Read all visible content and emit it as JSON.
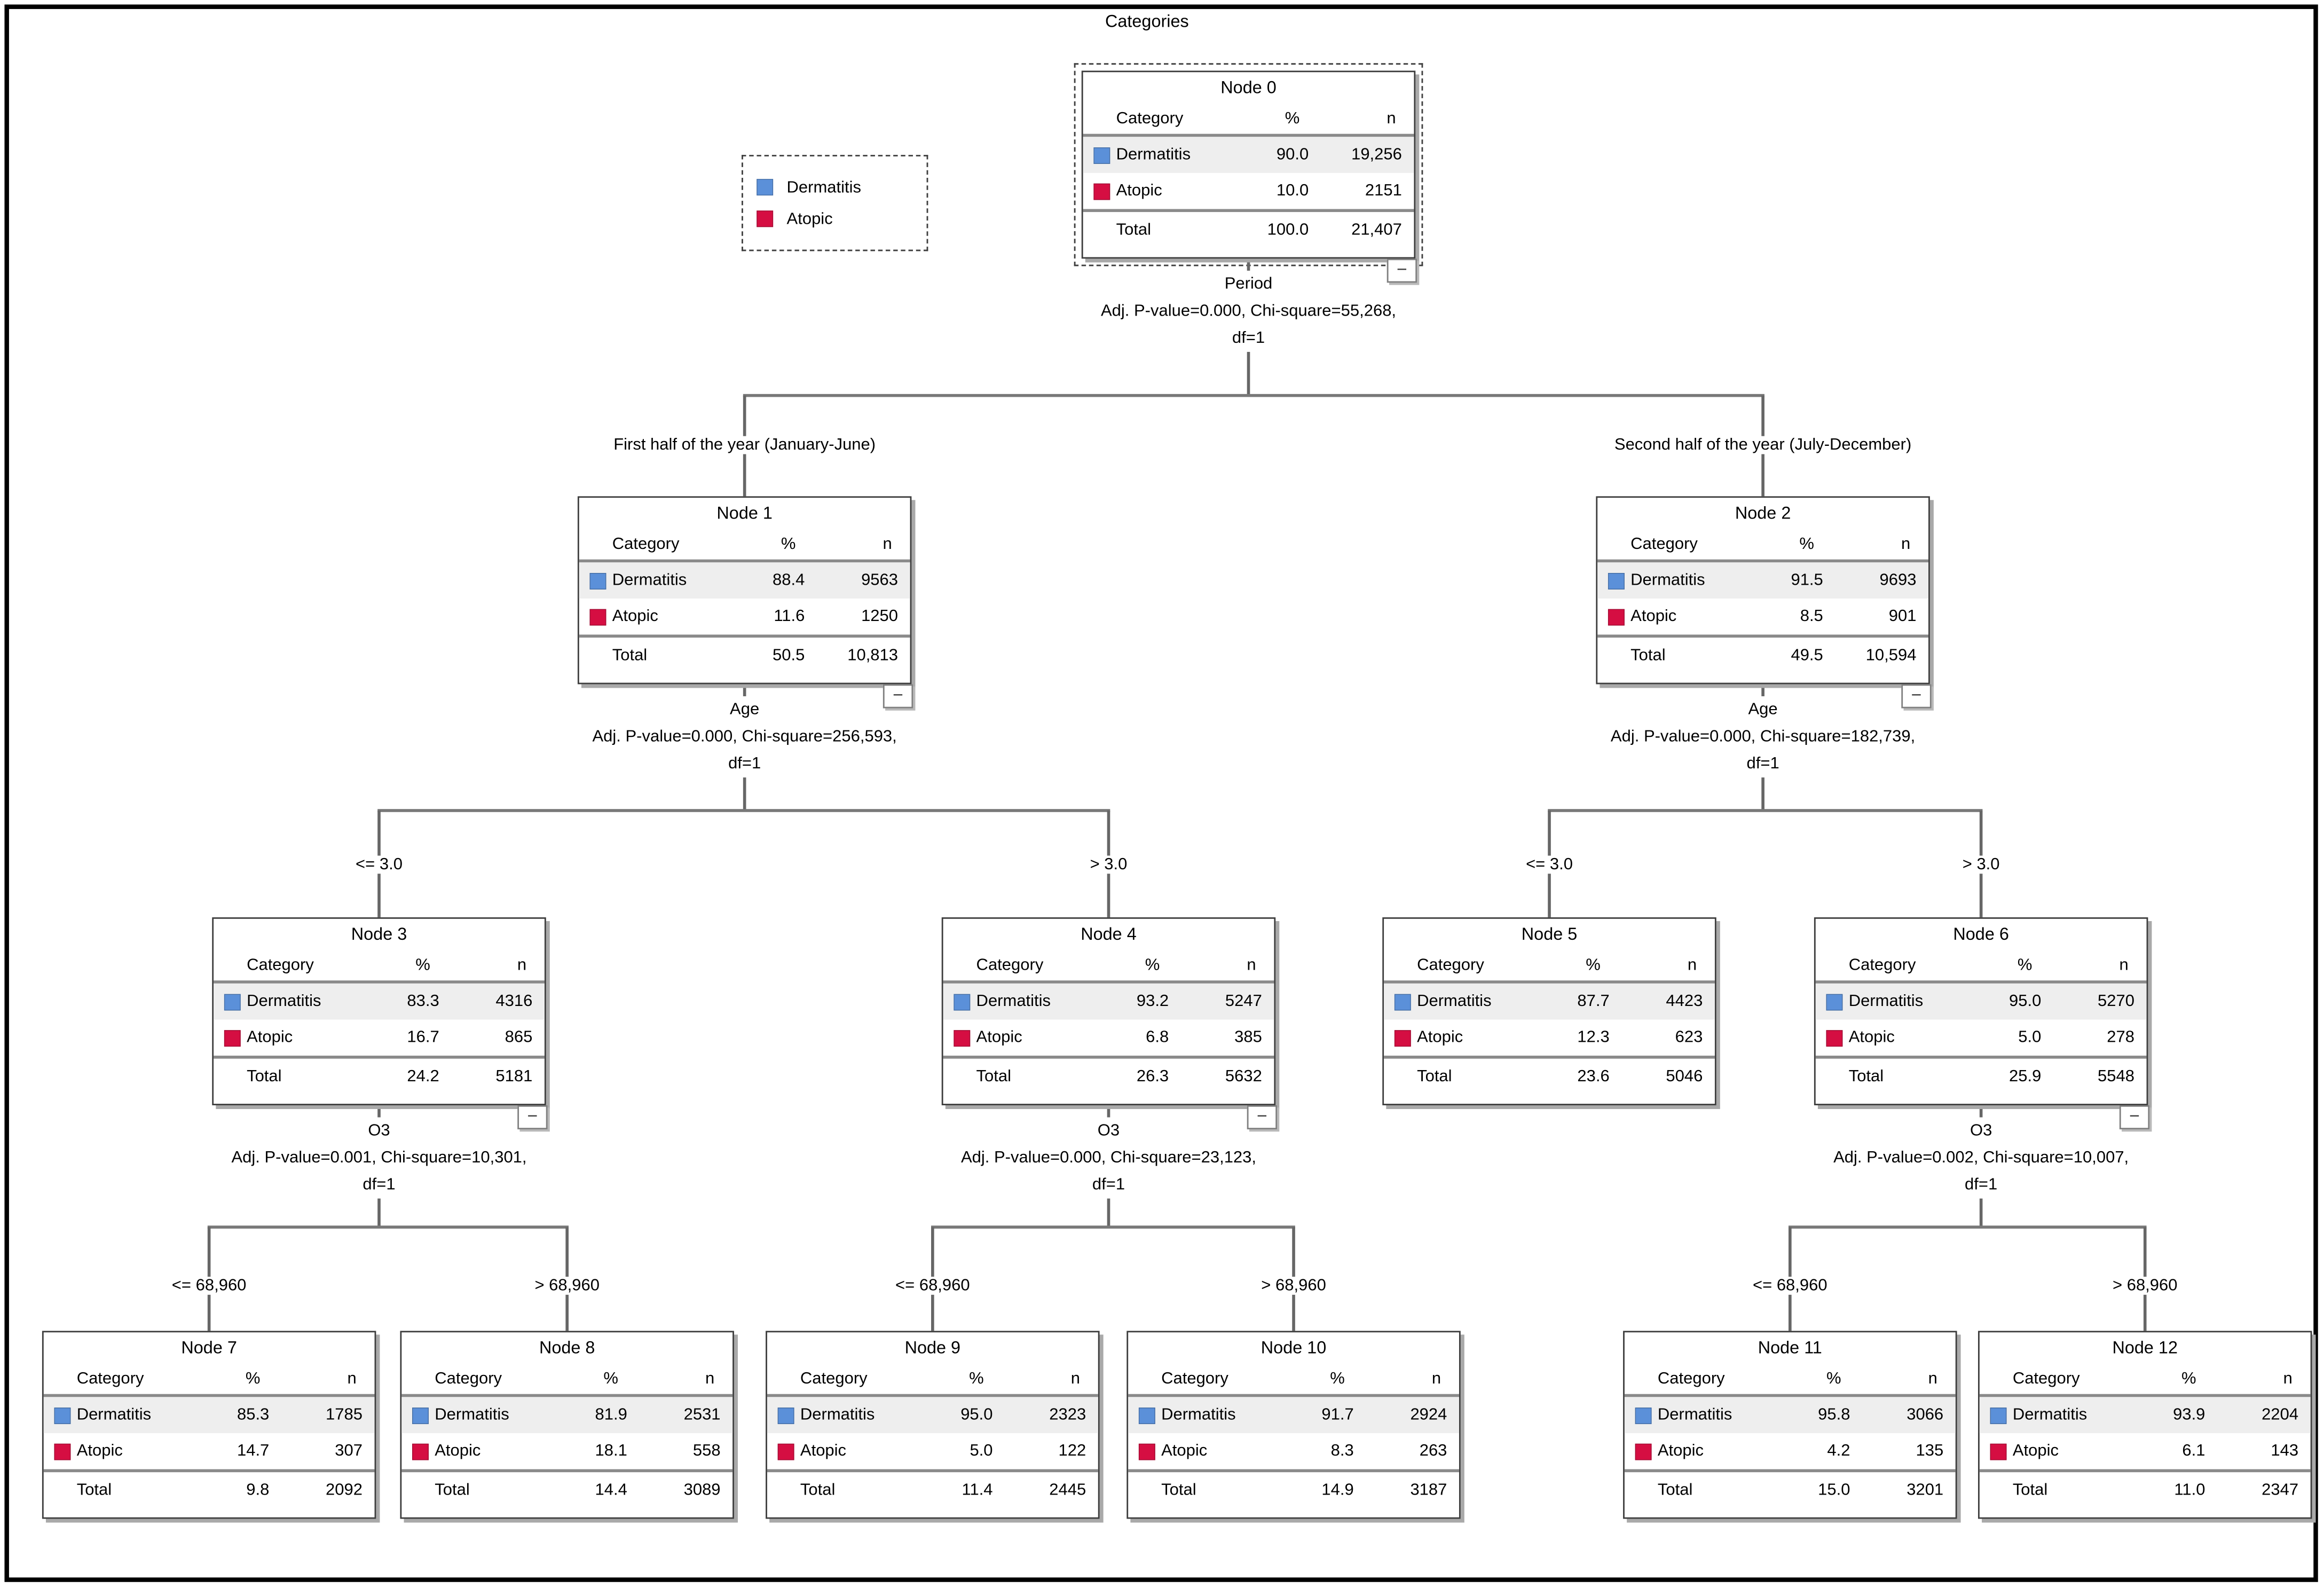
{
  "title": "Categories",
  "colors": {
    "dermatitis": "#5B90D9",
    "atopic": "#D50E42"
  },
  "controls": {
    "collapse_glyph": "−"
  },
  "legend": {
    "items": [
      {
        "label": "Dermatitis",
        "color": "#5B90D9"
      },
      {
        "label": "Atopic",
        "color": "#D50E42"
      }
    ]
  },
  "table": {
    "headers": [
      "Category",
      "%",
      "n"
    ],
    "row_labels": [
      "Dermatitis",
      "Atopic",
      "Total"
    ]
  },
  "nodes": [
    {
      "id": 0,
      "title": "Node 0",
      "selected": true,
      "collapsible": true,
      "values": {
        "dermatitis": [
          "90.0",
          "19,256"
        ],
        "atopic": [
          "10.0",
          "2151"
        ],
        "total": [
          "100.0",
          "21,407"
        ]
      }
    },
    {
      "id": 1,
      "title": "Node 1",
      "selected": false,
      "collapsible": true,
      "values": {
        "dermatitis": [
          "88.4",
          "9563"
        ],
        "atopic": [
          "11.6",
          "1250"
        ],
        "total": [
          "50.5",
          "10,813"
        ]
      }
    },
    {
      "id": 2,
      "title": "Node 2",
      "selected": false,
      "collapsible": true,
      "values": {
        "dermatitis": [
          "91.5",
          "9693"
        ],
        "atopic": [
          "8.5",
          "901"
        ],
        "total": [
          "49.5",
          "10,594"
        ]
      }
    },
    {
      "id": 3,
      "title": "Node 3",
      "selected": false,
      "collapsible": true,
      "values": {
        "dermatitis": [
          "83.3",
          "4316"
        ],
        "atopic": [
          "16.7",
          "865"
        ],
        "total": [
          "24.2",
          "5181"
        ]
      }
    },
    {
      "id": 4,
      "title": "Node 4",
      "selected": false,
      "collapsible": true,
      "values": {
        "dermatitis": [
          "93.2",
          "5247"
        ],
        "atopic": [
          "6.8",
          "385"
        ],
        "total": [
          "26.3",
          "5632"
        ]
      }
    },
    {
      "id": 5,
      "title": "Node 5",
      "selected": false,
      "collapsible": false,
      "values": {
        "dermatitis": [
          "87.7",
          "4423"
        ],
        "atopic": [
          "12.3",
          "623"
        ],
        "total": [
          "23.6",
          "5046"
        ]
      }
    },
    {
      "id": 6,
      "title": "Node 6",
      "selected": false,
      "collapsible": true,
      "values": {
        "dermatitis": [
          "95.0",
          "5270"
        ],
        "atopic": [
          "5.0",
          "278"
        ],
        "total": [
          "25.9",
          "5548"
        ]
      }
    },
    {
      "id": 7,
      "title": "Node 7",
      "selected": false,
      "collapsible": false,
      "values": {
        "dermatitis": [
          "85.3",
          "1785"
        ],
        "atopic": [
          "14.7",
          "307"
        ],
        "total": [
          "9.8",
          "2092"
        ]
      }
    },
    {
      "id": 8,
      "title": "Node 8",
      "selected": false,
      "collapsible": false,
      "values": {
        "dermatitis": [
          "81.9",
          "2531"
        ],
        "atopic": [
          "18.1",
          "558"
        ],
        "total": [
          "14.4",
          "3089"
        ]
      }
    },
    {
      "id": 9,
      "title": "Node 9",
      "selected": false,
      "collapsible": false,
      "values": {
        "dermatitis": [
          "95.0",
          "2323"
        ],
        "atopic": [
          "5.0",
          "122"
        ],
        "total": [
          "11.4",
          "2445"
        ]
      }
    },
    {
      "id": 10,
      "title": "Node 10",
      "selected": false,
      "collapsible": false,
      "values": {
        "dermatitis": [
          "91.7",
          "2924"
        ],
        "atopic": [
          "8.3",
          "263"
        ],
        "total": [
          "14.9",
          "3187"
        ]
      }
    },
    {
      "id": 11,
      "title": "Node 11",
      "selected": false,
      "collapsible": false,
      "values": {
        "dermatitis": [
          "95.8",
          "3066"
        ],
        "atopic": [
          "4.2",
          "135"
        ],
        "total": [
          "15.0",
          "3201"
        ]
      }
    },
    {
      "id": 12,
      "title": "Node 12",
      "selected": false,
      "collapsible": false,
      "values": {
        "dermatitis": [
          "93.9",
          "2204"
        ],
        "atopic": [
          "6.1",
          "143"
        ],
        "total": [
          "11.0",
          "2347"
        ]
      }
    }
  ],
  "splits": [
    {
      "parent": 0,
      "variable": "Period",
      "stats": "Adj. P-value=0.000, Chi-square=55,268,",
      "df": "df=1",
      "children": [
        {
          "node": 1,
          "label": "First half of the year (January-June)"
        },
        {
          "node": 2,
          "label": "Second half of the year (July-December)"
        }
      ]
    },
    {
      "parent": 1,
      "variable": "Age",
      "stats": "Adj. P-value=0.000, Chi-square=256,593,",
      "df": "df=1",
      "children": [
        {
          "node": 3,
          "label": "<= 3.0"
        },
        {
          "node": 4,
          "label": "> 3.0"
        }
      ]
    },
    {
      "parent": 2,
      "variable": "Age",
      "stats": "Adj. P-value=0.000, Chi-square=182,739,",
      "df": "df=1",
      "children": [
        {
          "node": 5,
          "label": "<= 3.0"
        },
        {
          "node": 6,
          "label": "> 3.0"
        }
      ]
    },
    {
      "parent": 3,
      "variable": "O3",
      "stats": "Adj. P-value=0.001, Chi-square=10,301,",
      "df": "df=1",
      "children": [
        {
          "node": 7,
          "label": "<= 68,960"
        },
        {
          "node": 8,
          "label": "> 68,960"
        }
      ]
    },
    {
      "parent": 4,
      "variable": "O3",
      "stats": "Adj. P-value=0.000, Chi-square=23,123,",
      "df": "df=1",
      "children": [
        {
          "node": 9,
          "label": "<= 68,960"
        },
        {
          "node": 10,
          "label": "> 68,960"
        }
      ]
    },
    {
      "parent": 6,
      "variable": "O3",
      "stats": "Adj. P-value=0.002, Chi-square=10,007,",
      "df": "df=1",
      "children": [
        {
          "node": 11,
          "label": "<= 68,960"
        },
        {
          "node": 12,
          "label": "> 68,960"
        }
      ]
    }
  ]
}
